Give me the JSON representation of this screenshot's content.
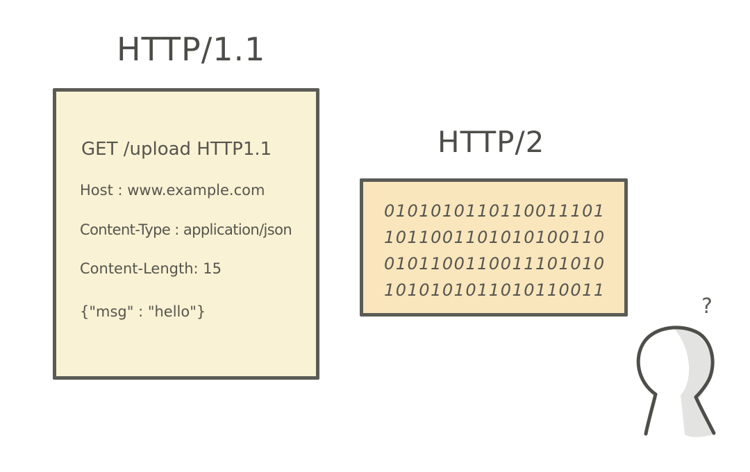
{
  "titles": {
    "http11": "HTTP/1.1",
    "http2": "HTTP/2"
  },
  "http11_request": {
    "lines": [
      "GET /upload HTTP1.1",
      "Host : www.example.com",
      "Content-Type : application/json",
      "Content-Length: 15",
      "{\"msg\" : \"hello\"}"
    ]
  },
  "http2_binary": {
    "lines": [
      "0101010110110011101",
      "1011001101010100110",
      "0101100110011101010",
      "1010101011010110011"
    ]
  },
  "figure": {
    "question_mark": "?",
    "icon": "confused-person-icon"
  },
  "colors": {
    "http11_box_fill": "#faf2d4",
    "http2_box_fill": "#f9e6bc",
    "stroke": "#5b5b56"
  }
}
